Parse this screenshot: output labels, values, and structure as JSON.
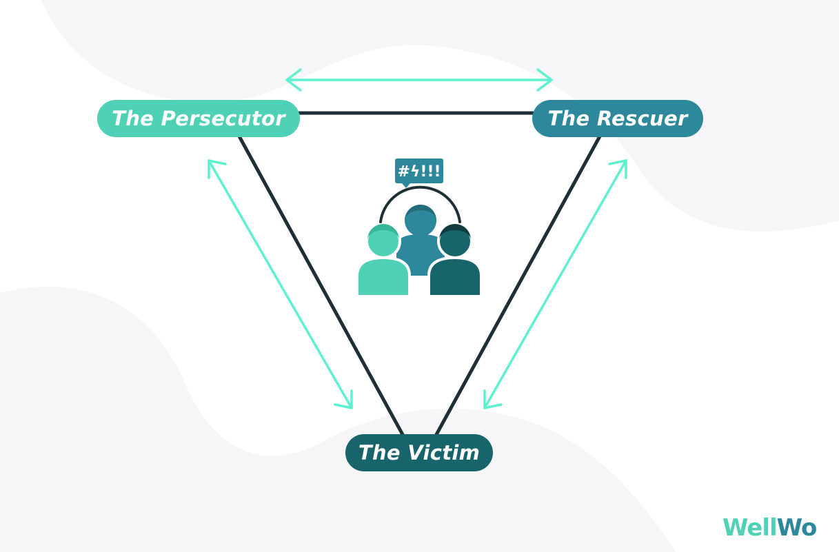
{
  "nodes": {
    "persecutor": {
      "label": "The Persecutor",
      "color": "#4fd1b5"
    },
    "rescuer": {
      "label": "The Rescuer",
      "color": "#2e889c"
    },
    "victim": {
      "label": "The Victim",
      "color": "#17646a"
    }
  },
  "center_icon": {
    "name": "arguing-group-icon",
    "speech_text": "#ϟ!!!"
  },
  "colors": {
    "edge_line": "#1d3035",
    "arrow": "#5ef0d0",
    "background_blob": "#f6f6f8"
  },
  "logo": {
    "text_part1": "Well",
    "text_part2": "Wo",
    "color1": "#4fd1b5",
    "color2": "#2e889c"
  }
}
